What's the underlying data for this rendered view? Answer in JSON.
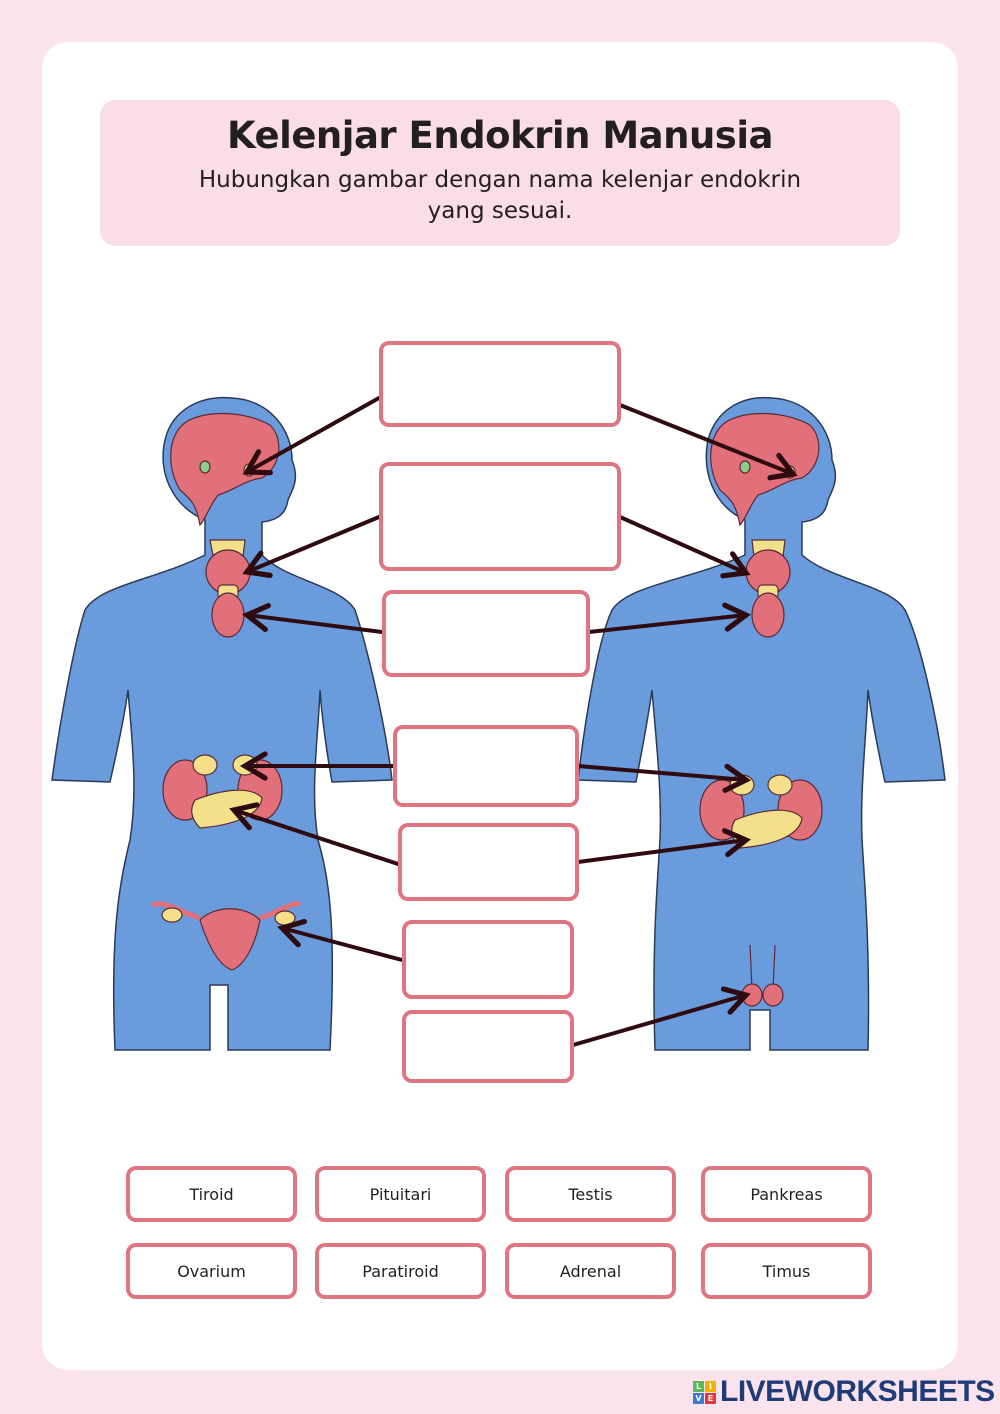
{
  "header": {
    "title": "Kelenjar Endokrin Manusia",
    "instruction": "Hubungkan gambar dengan nama kelenjar endokrin yang sesuai."
  },
  "answer_boxes": [
    "",
    "",
    "",
    "",
    "",
    "",
    ""
  ],
  "word_bank": [
    "Tiroid",
    "Pituitari",
    "Testis",
    "Pankreas",
    "Ovarium",
    "Paratiroid",
    "Adrenal",
    "Timus"
  ],
  "colors": {
    "body": "#6a9bdc",
    "organ": "#e2707a",
    "gland": "#f4e08a",
    "arrow": "#2e0b10",
    "border": "#e07582"
  },
  "logo": {
    "text": "LIVEWORKSHEETS",
    "letters": [
      "L",
      "I",
      "V",
      "E"
    ]
  }
}
